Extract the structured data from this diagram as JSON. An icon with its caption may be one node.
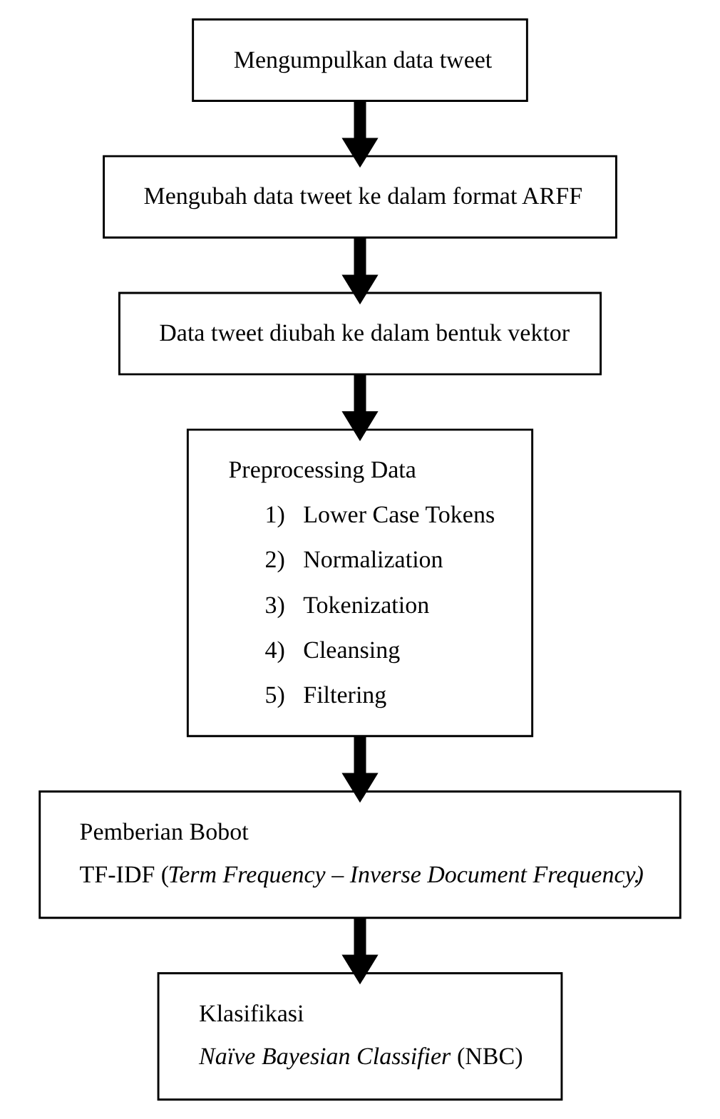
{
  "diagram": {
    "nodes": [
      {
        "text": [
          "Mengumpulkan data tweet"
        ]
      },
      {
        "text": [
          "Mengubah data tweet ke dalam format ARFF"
        ]
      },
      {
        "text": [
          "Data tweet diubah ke dalam bentuk vektor"
        ]
      },
      {
        "text": [
          "Preprocessing Data",
          "1)   Lower Case Tokens",
          "2)   Normalization",
          "3)   Tokenization",
          "4)   Cleansing",
          "5)   Filtering"
        ]
      },
      {
        "text": [
          "Pemberian Bobot",
          "TF-IDF (*Term Frequency – Inverse Document Frequency)*."
        ]
      },
      {
        "text": [
          "Klasifikasi",
          "*Naïve Bayesian Classifier* (NBC)"
        ]
      }
    ],
    "edges": [
      {
        "from": 0,
        "to": 1,
        "arrow": "to"
      },
      {
        "from": 1,
        "to": 2,
        "arrow": "to"
      },
      {
        "from": 2,
        "to": 3,
        "arrow": "to"
      },
      {
        "from": 3,
        "to": 4,
        "arrow": "to"
      },
      {
        "from": 4,
        "to": 5,
        "arrow": "to"
      }
    ]
  }
}
